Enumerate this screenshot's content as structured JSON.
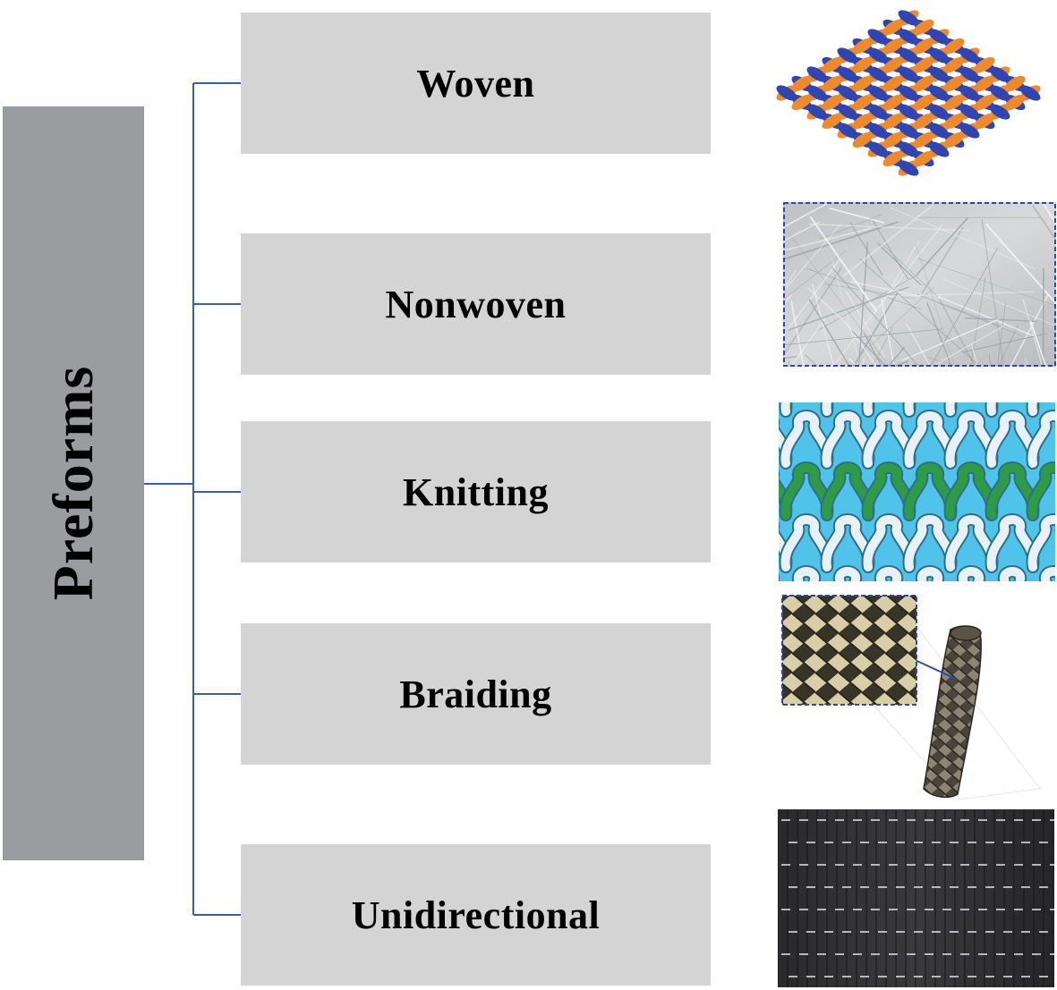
{
  "root": {
    "label": "Preforms",
    "fill": "#9a9c9f"
  },
  "connector_color": "#3b5ea8",
  "categories": [
    {
      "id": "woven",
      "label": "Woven",
      "thumbnail": "woven-plain-weave-illustration"
    },
    {
      "id": "nonwoven",
      "label": "Nonwoven",
      "thumbnail": "nonwoven-fiber-mat-photo"
    },
    {
      "id": "knitting",
      "label": "Knitting",
      "thumbnail": "knitted-loop-illustration"
    },
    {
      "id": "braiding",
      "label": "Braiding",
      "thumbnail": "braided-sleeve-photo"
    },
    {
      "id": "unidirectional",
      "label": "Unidirectional",
      "thumbnail": "unidirectional-carbon-fabric-photo"
    }
  ]
}
